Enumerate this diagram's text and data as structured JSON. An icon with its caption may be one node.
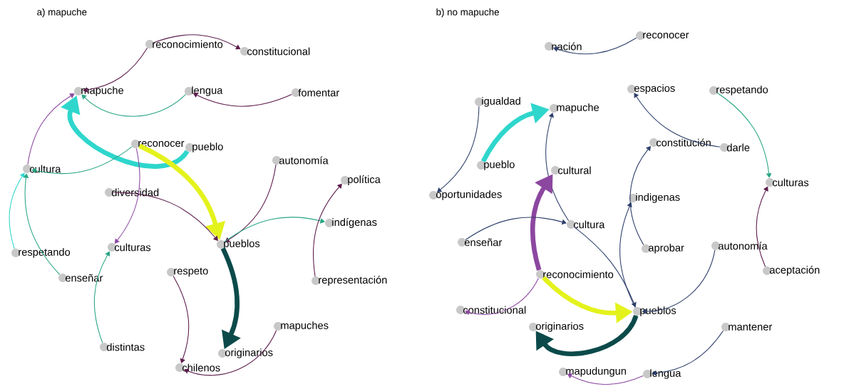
{
  "diagram": {
    "nodes": [
      {
        "text": [
          "reconocimiento"
        ]
      },
      {
        "text": [
          "constitucional"
        ]
      },
      {
        "text": [
          "mapuche"
        ]
      },
      {
        "text": [
          "lengua"
        ]
      },
      {
        "text": [
          "fomentar"
        ]
      },
      {
        "text": [
          "reconocer"
        ]
      },
      {
        "text": [
          "pueblo"
        ]
      },
      {
        "text": [
          "cultura"
        ]
      },
      {
        "text": [
          "autonomía"
        ]
      },
      {
        "text": [
          "política"
        ]
      },
      {
        "text": [
          "diversidad"
        ]
      },
      {
        "text": [
          "indígenas"
        ]
      },
      {
        "text": [
          "pueblos"
        ]
      },
      {
        "text": [
          "culturas"
        ]
      },
      {
        "text": [
          "respetando"
        ]
      },
      {
        "text": [
          "enseñar"
        ]
      },
      {
        "text": [
          "respeto"
        ]
      },
      {
        "text": [
          "representación"
        ]
      },
      {
        "text": [
          "mapuches"
        ]
      },
      {
        "text": [
          "distintas"
        ]
      },
      {
        "text": [
          "originarios"
        ]
      },
      {
        "text": [
          "chilenos"
        ]
      },
      {
        "text": [
          "reconocer"
        ]
      },
      {
        "text": [
          "nación"
        ]
      },
      {
        "text": [
          "igualdad"
        ]
      },
      {
        "text": [
          "mapuche"
        ]
      },
      {
        "text": [
          "espacios"
        ]
      },
      {
        "text": [
          "respetando"
        ]
      },
      {
        "text": [
          "pueblo"
        ]
      },
      {
        "text": [
          "cultural"
        ]
      },
      {
        "text": [
          "constitución"
        ]
      },
      {
        "text": [
          "darle"
        ]
      },
      {
        "text": [
          "culturas"
        ]
      },
      {
        "text": [
          "oportunidades"
        ]
      },
      {
        "text": [
          "indigenas"
        ]
      },
      {
        "text": [
          "cultura"
        ]
      },
      {
        "text": [
          "enseñar"
        ]
      },
      {
        "text": [
          "aprobar"
        ]
      },
      {
        "text": [
          "autonomía"
        ]
      },
      {
        "text": [
          "aceptación"
        ]
      },
      {
        "text": [
          "reconocimiento"
        ]
      },
      {
        "text": [
          "constitucional"
        ]
      },
      {
        "text": [
          "pueblos"
        ]
      },
      {
        "text": [
          "originarios"
        ]
      },
      {
        "text": [
          "mantener"
        ]
      },
      {
        "text": [
          "mapudungun"
        ]
      },
      {
        "text": [
          "lengua"
        ]
      }
    ],
    "edges": [
      {
        "from": 0,
        "to": 1,
        "arrow": "to",
        "color": "#5b1a4a"
      },
      {
        "from": 0,
        "to": 2,
        "arrow": "to",
        "color": "#5b1a4a"
      },
      {
        "from": 3,
        "to": 2,
        "arrow": "to",
        "color": "#27a584"
      },
      {
        "from": 4,
        "to": 3,
        "arrow": "to",
        "color": "#5b1a4a"
      },
      {
        "from": 6,
        "to": 2,
        "arrow": "to",
        "style": "thick",
        "color": "#2fd6cc"
      },
      {
        "from": 5,
        "to": 12,
        "arrow": "to",
        "style": "thick",
        "color": "#e4f21c"
      },
      {
        "from": 5,
        "to": 7,
        "arrow": "to",
        "color": "#27a584"
      },
      {
        "from": 5,
        "to": 13,
        "arrow": "to",
        "color": "#8c47a0"
      },
      {
        "from": 7,
        "to": 2,
        "arrow": "to",
        "color": "#8c47a0"
      },
      {
        "from": 14,
        "to": 7,
        "arrow": "to",
        "color": "#2fd6cc"
      },
      {
        "from": 15,
        "to": 7,
        "arrow": "to",
        "color": "#27a584"
      },
      {
        "from": 10,
        "to": 12,
        "arrow": "to",
        "color": "#5b1a4a"
      },
      {
        "from": 8,
        "to": 12,
        "arrow": "to",
        "color": "#5b1a4a"
      },
      {
        "from": 12,
        "to": 11,
        "arrow": "to",
        "color": "#27a584"
      },
      {
        "from": 17,
        "to": 9,
        "arrow": "to",
        "color": "#5b1a4a"
      },
      {
        "from": 19,
        "to": 13,
        "arrow": "to",
        "color": "#27a584"
      },
      {
        "from": 12,
        "to": 20,
        "arrow": "to",
        "style": "thick",
        "color": "#0c4a4a"
      },
      {
        "from": 16,
        "to": 21,
        "arrow": "to",
        "color": "#5b1a4a"
      },
      {
        "from": 18,
        "to": 21,
        "arrow": "to",
        "color": "#5b1a4a"
      },
      {
        "from": 22,
        "to": 23,
        "arrow": "to",
        "color": "#2d3f6b"
      },
      {
        "from": 24,
        "to": 33,
        "arrow": "to",
        "color": "#2d3f6b"
      },
      {
        "from": 28,
        "to": 25,
        "arrow": "to",
        "style": "thick",
        "color": "#2fd6cc"
      },
      {
        "from": 35,
        "to": 25,
        "arrow": "to",
        "color": "#2d3f6b"
      },
      {
        "from": 40,
        "to": 29,
        "arrow": "to",
        "style": "thick",
        "color": "#8c47a0"
      },
      {
        "from": 40,
        "to": 41,
        "arrow": "to",
        "color": "#8c47a0"
      },
      {
        "from": 40,
        "to": 42,
        "arrow": "to",
        "style": "thick",
        "color": "#e4f21c"
      },
      {
        "from": 42,
        "to": 43,
        "arrow": "to",
        "style": "thick",
        "color": "#0c4a4a"
      },
      {
        "from": 36,
        "to": 35,
        "arrow": "to",
        "color": "#2d3f6b"
      },
      {
        "from": 35,
        "to": 42,
        "arrow": "to",
        "color": "#2d3f6b"
      },
      {
        "from": 42,
        "to": 34,
        "arrow": "to",
        "color": "#2d3f6b"
      },
      {
        "from": 37,
        "to": 30,
        "arrow": "to",
        "color": "#2d3f6b"
      },
      {
        "from": 31,
        "to": 26,
        "arrow": "to",
        "color": "#2d3f6b"
      },
      {
        "from": 27,
        "to": 32,
        "arrow": "to",
        "color": "#27a584"
      },
      {
        "from": 39,
        "to": 32,
        "arrow": "to",
        "color": "#5b1a4a"
      },
      {
        "from": 38,
        "to": 42,
        "arrow": "to",
        "color": "#2d3f6b"
      },
      {
        "from": 44,
        "to": 46,
        "arrow": "to",
        "color": "#2d3f6b"
      },
      {
        "from": 46,
        "to": 45,
        "arrow": "to",
        "color": "#8c47a0"
      }
    ],
    "labels": [
      "a) mapuche",
      "b) no mapuche"
    ]
  }
}
